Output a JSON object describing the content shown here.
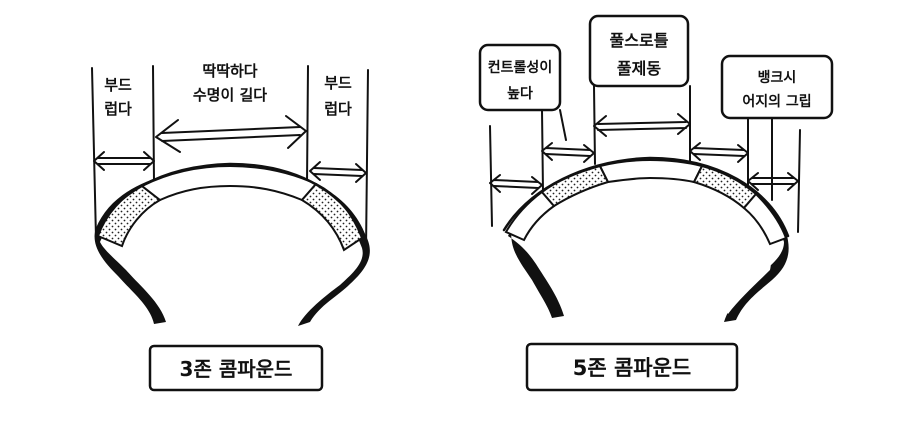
{
  "diagram_left": {
    "labels": {
      "soft_left_1": "부드",
      "soft_left_2": "럽다",
      "hard_1": "딱딱하다",
      "hard_2": "수명이 길다",
      "soft_right_1": "부드",
      "soft_right_2": "럽다"
    },
    "caption": "3존 콤파운드"
  },
  "diagram_right": {
    "callouts": {
      "control_1": "컨트롤성이",
      "control_2": "높다",
      "full_1": "풀스로틀",
      "full_2": "풀제동",
      "bank_1": "뱅크시",
      "bank_2": "어지의 그립"
    },
    "caption": "5존 콤파운드"
  },
  "colors": {
    "ink": "#111111",
    "paper": "#ffffff"
  }
}
